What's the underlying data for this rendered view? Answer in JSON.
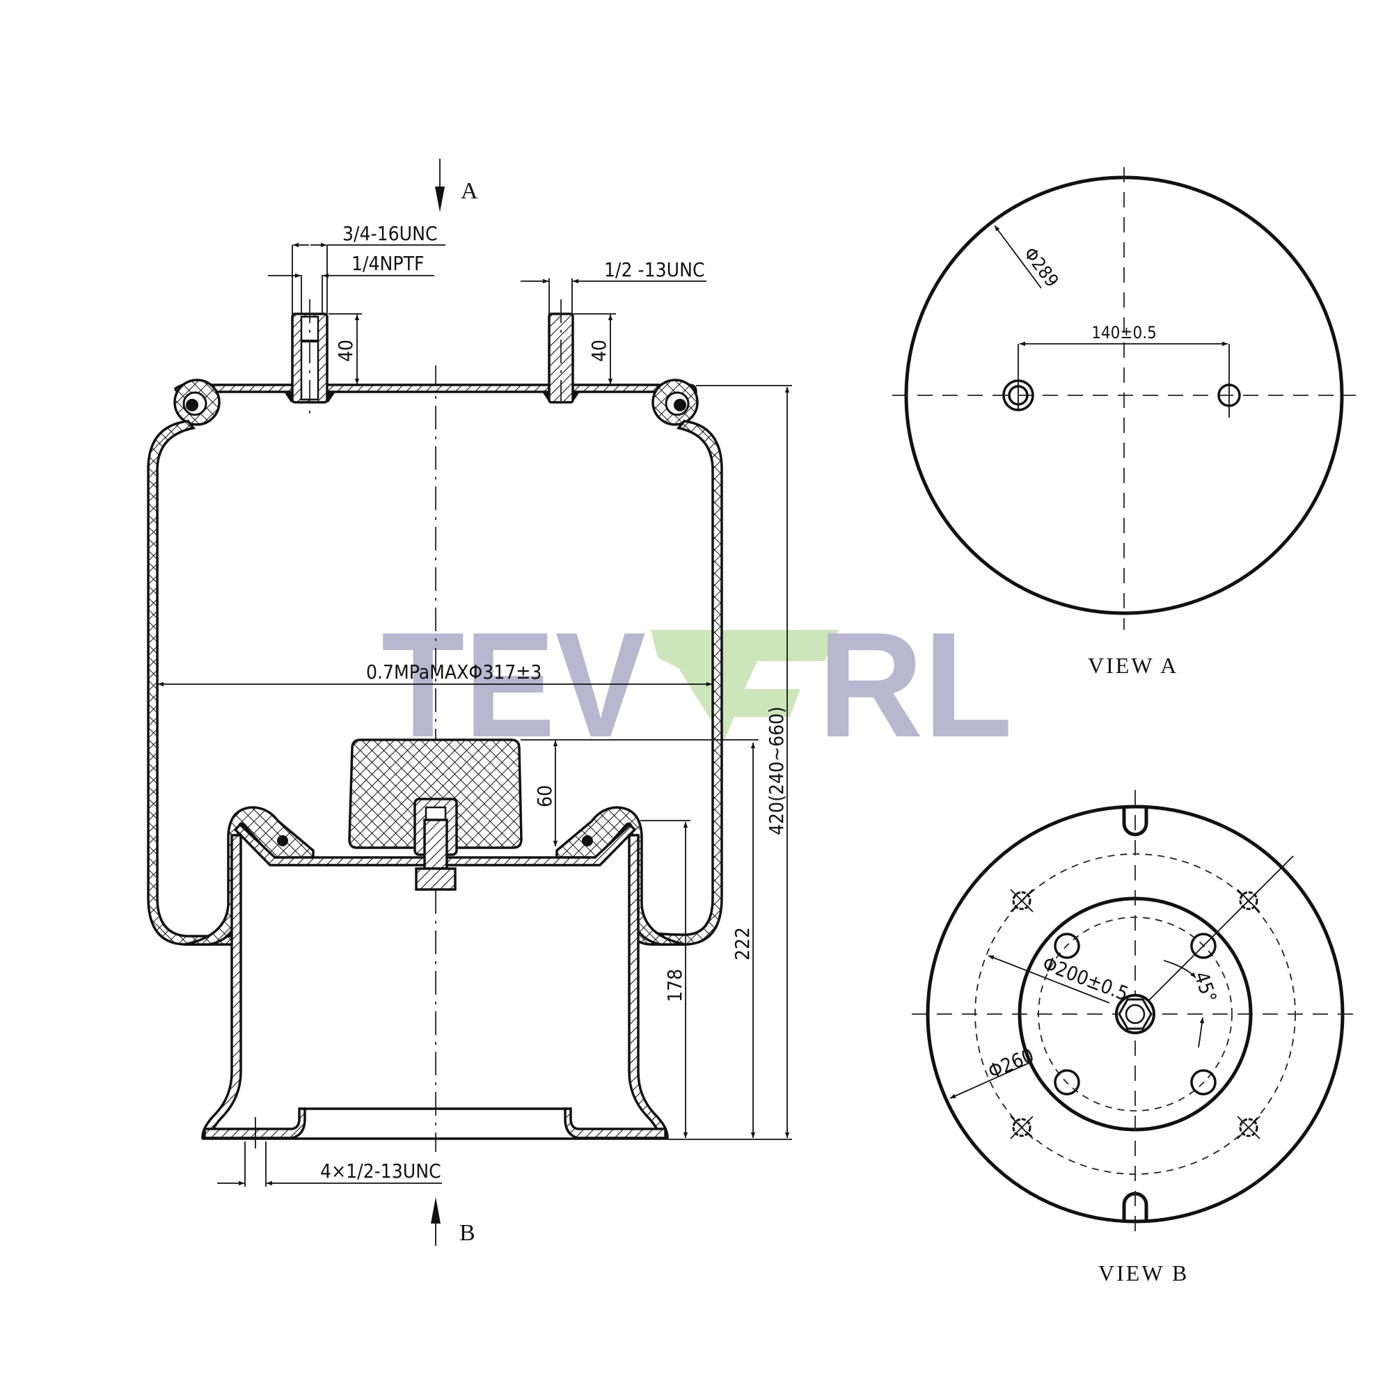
{
  "drawing": {
    "title": "Air spring technical drawing",
    "section_arrows": {
      "top_label": "A",
      "bottom_label": "B"
    },
    "main_view": {
      "dimensions": {
        "left_stud_thread": "3/4-16UNC",
        "left_stud_port": "1/4NPTF",
        "right_stud_thread": "1/2 -13UNC",
        "left_stud_height": "40",
        "right_stud_height": "40",
        "max_diameter": "0.7MPaMAXΦ317±3",
        "bumper_height": "60",
        "overall_height": "420(240~660)",
        "height_222": "222",
        "piston_height": "178",
        "piston_bolts": "4×1/2-13UNC"
      }
    },
    "view_a": {
      "label": "VIEW A",
      "diameter": "Φ289",
      "stud_spacing": "140±0.5"
    },
    "view_b": {
      "label": "VIEW B",
      "bolt_circle": "Φ200±0.5",
      "outer_circle": "Φ260",
      "angle": "45°"
    }
  },
  "watermark": {
    "text_left": "TEV",
    "text_right": "RL",
    "gray_color": "#b8b7cf",
    "green_color": "#cde5bb"
  }
}
